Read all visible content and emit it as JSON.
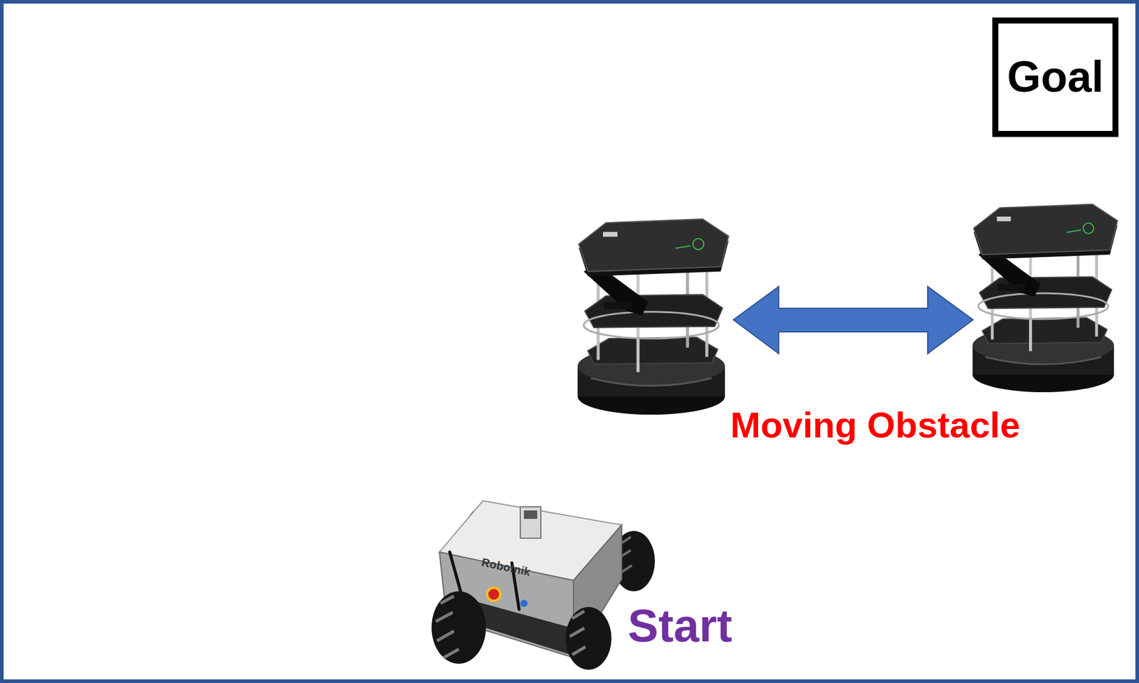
{
  "diagram": {
    "nodes": [
      {
        "text": [
          "Goal"
        ]
      }
    ],
    "labels": [
      "Moving Obstacle",
      "Start",
      "Robotnik"
    ]
  }
}
